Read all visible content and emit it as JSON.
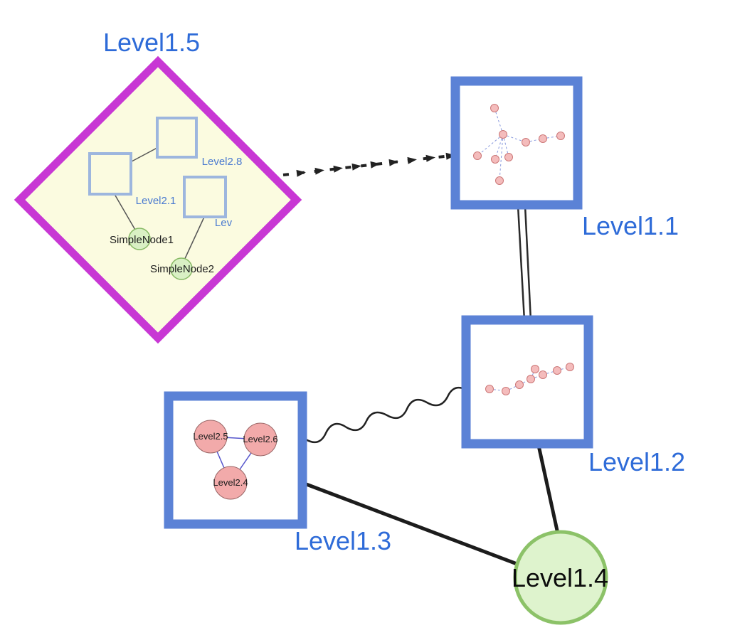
{
  "diagram": {
    "nodes": {
      "level15": {
        "label": "Level1.5",
        "type": "group-diamond",
        "border_color": "#c837d4",
        "fill": "#fbfbe0",
        "children": {
          "level28": {
            "label": "Level2.8",
            "type": "group-square"
          },
          "level21": {
            "label": "Level2.1",
            "type": "group-square"
          },
          "lev_clipped": {
            "label": "Lev",
            "type": "group-square"
          },
          "simplenode1": {
            "label": "SimpleNode1",
            "type": "simple-node"
          },
          "simplenode2": {
            "label": "SimpleNode2",
            "type": "simple-node"
          }
        }
      },
      "level11": {
        "label": "Level1.1",
        "type": "group-square",
        "mini_nodes": 9
      },
      "level12": {
        "label": "Level1.2",
        "type": "group-square",
        "mini_nodes": 8
      },
      "level13": {
        "label": "Level1.3",
        "type": "group-square",
        "children": {
          "level25": {
            "label": "Level2.5"
          },
          "level26": {
            "label": "Level2.6"
          },
          "level24": {
            "label": "Level2.4"
          }
        }
      },
      "level14": {
        "label": "Level1.4",
        "type": "circle",
        "fill": "#def3cd",
        "border_color": "#8cc268"
      }
    },
    "edges": [
      {
        "from": "Level1.5",
        "to": "Level1.1",
        "style": "dashed-arrow-chain"
      },
      {
        "from": "Level1.1",
        "to": "Level1.2",
        "style": "double-parallel"
      },
      {
        "from": "Level1.3",
        "to": "Level1.2",
        "style": "wavy"
      },
      {
        "from": "Level1.3",
        "to": "Level1.4",
        "style": "solid-thick"
      },
      {
        "from": "Level1.2",
        "to": "Level1.4",
        "style": "solid-thick"
      },
      {
        "from": "Level2.1",
        "to": "Level2.8",
        "style": "solid-thin"
      },
      {
        "from": "Level2.1",
        "to": "SimpleNode1",
        "style": "solid-thin"
      },
      {
        "from": "Lev",
        "to": "SimpleNode2",
        "style": "solid-thin"
      },
      {
        "from": "Level2.5",
        "to": "Level2.6",
        "style": "thin-blue"
      },
      {
        "from": "Level2.5",
        "to": "Level2.4",
        "style": "thin-blue"
      },
      {
        "from": "Level2.6",
        "to": "Level2.4",
        "style": "thin-blue"
      }
    ],
    "colors": {
      "node_border_blue": "#5b82d6",
      "label_blue": "#2e6bd8",
      "diamond_magenta": "#c837d4",
      "group_fill_yellow": "#fbfbe0",
      "simple_node_green": "#d9f0c4",
      "mini_node_pink": "#f4bcbc",
      "edge_black": "#222222"
    }
  }
}
